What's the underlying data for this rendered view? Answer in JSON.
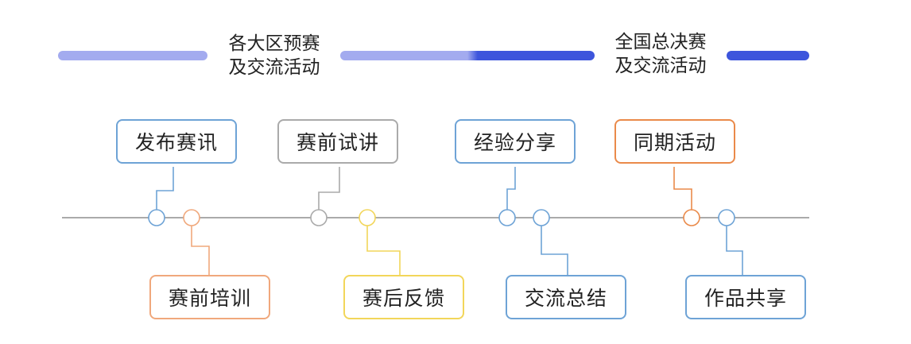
{
  "phases": [
    {
      "line1": "各大区预赛",
      "line2": "及交流活动"
    },
    {
      "line1": "全国总决赛",
      "line2": "及交流活动"
    }
  ],
  "activities": [
    {
      "label": "发布赛讯",
      "color": "#6ea3d6",
      "side": "top"
    },
    {
      "label": "赛前培训",
      "color": "#f0a87c",
      "side": "bottom"
    },
    {
      "label": "赛前试讲",
      "color": "#aaaaaa",
      "side": "top"
    },
    {
      "label": "赛后反馈",
      "color": "#f2d65a",
      "side": "bottom"
    },
    {
      "label": "经验分享",
      "color": "#6ea3d6",
      "side": "top"
    },
    {
      "label": "交流总结",
      "color": "#6ea3d6",
      "side": "bottom"
    },
    {
      "label": "同期活动",
      "color": "#ea8a4a",
      "side": "top"
    },
    {
      "label": "作品共享",
      "color": "#6ea3d6",
      "side": "bottom"
    }
  ],
  "colors": {
    "phase_light": "#a3abef",
    "phase_dark": "#3d55dc",
    "timeline": "#aaaaaa"
  }
}
